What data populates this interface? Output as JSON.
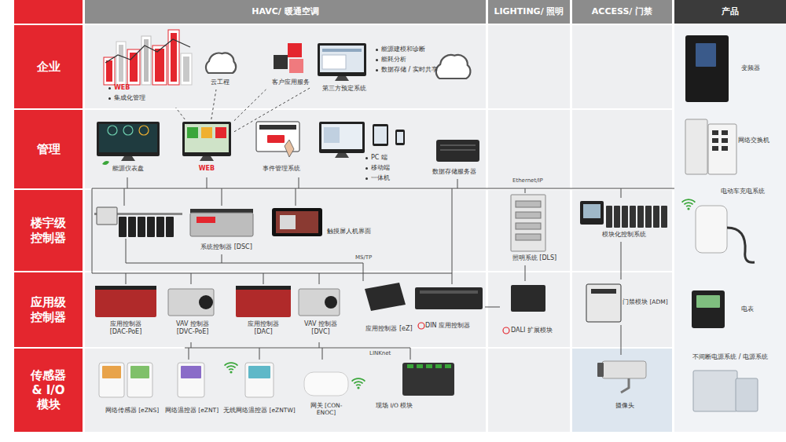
{
  "diagram": {
    "nodes": [
      {
        "text": [
          "HAVC/ 暖通空调"
        ]
      },
      {
        "text": [
          "LIGHTING/ 照明"
        ]
      },
      {
        "text": [
          "ACCESS/ 门禁"
        ]
      },
      {
        "text": [
          "产品"
        ]
      },
      {
        "text": [
          "企业"
        ]
      },
      {
        "text": [
          "管理"
        ]
      },
      {
        "text": [
          "楼宇级 控制器"
        ]
      },
      {
        "text": [
          "应用级 控制器"
        ]
      },
      {
        "text": [
          "传感器 & I/O 模块"
        ]
      },
      {
        "text": [
          "WEB",
          "集成化管理"
        ]
      },
      {
        "text": [
          "云工程"
        ]
      },
      {
        "text": [
          "客户应用服务"
        ]
      },
      {
        "text": [
          "第三方预定系统"
        ]
      },
      {
        "text": [
          "能源建模和诊断",
          "能耗分析",
          "数据存储 / 实时共享"
        ]
      },
      {
        "text": [
          "能源仪表盘"
        ]
      },
      {
        "text": [
          "WEB"
        ]
      },
      {
        "text": [
          "事件管理系统"
        ]
      },
      {
        "text": [
          "PC 端",
          "移动端",
          "一体机"
        ]
      },
      {
        "text": [
          "数据存储服务器"
        ]
      },
      {
        "text": [
          "系统控制器 [DSC]"
        ]
      },
      {
        "text": [
          "触摸屏人机界面"
        ]
      },
      {
        "text": [
          "照明系统 [DLS]"
        ]
      },
      {
        "text": [
          "模块化控制系统"
        ]
      },
      {
        "text": [
          "应用控制器 [DAC-PoE]"
        ]
      },
      {
        "text": [
          "VAV 控制器 [DVC-PoE]"
        ]
      },
      {
        "text": [
          "应用控制器 [DAC]"
        ]
      },
      {
        "text": [
          "VAV 控制器 [DVC]"
        ]
      },
      {
        "text": [
          "应用控制器 [eZ]"
        ]
      },
      {
        "text": [
          "DIN 应用控制器"
        ]
      },
      {
        "text": [
          "DALI 扩展模块"
        ]
      },
      {
        "text": [
          "门禁模块 [ADM]"
        ]
      },
      {
        "text": [
          "网络传感器 [eZNS]"
        ]
      },
      {
        "text": [
          "网络温控器 [eZNT]"
        ]
      },
      {
        "text": [
          "无线网络温控器 [eZNTW]"
        ]
      },
      {
        "text": [
          "网关 [CON-ENOC]"
        ]
      },
      {
        "text": [
          "现场 I/O 模块"
        ]
      },
      {
        "text": [
          "摄像头"
        ]
      },
      {
        "text": [
          "变频器"
        ]
      },
      {
        "text": [
          "网络交换机"
        ]
      },
      {
        "text": [
          "电动车充电系统"
        ]
      },
      {
        "text": [
          "电表"
        ]
      },
      {
        "text": [
          "不间断电源系统 / 电源系统"
        ]
      }
    ],
    "edges": [
      {
        "from": 15,
        "to": 9,
        "arrow": "none"
      },
      {
        "from": 15,
        "to": 10,
        "arrow": "none"
      },
      {
        "from": 15,
        "to": 11,
        "arrow": "none"
      },
      {
        "from": 15,
        "to": 12,
        "arrow": "none"
      },
      {
        "from": 28,
        "to": 29,
        "arrow": "none"
      }
    ],
    "labels": [
      "Ethernet/IP",
      "MS/TP",
      "LINKnet"
    ]
  }
}
